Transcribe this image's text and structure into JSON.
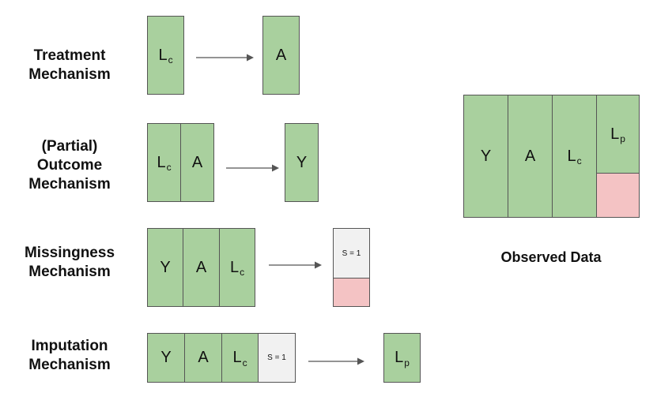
{
  "labels": {
    "treatment_line1": "Treatment",
    "treatment_line2": "Mechanism",
    "outcome_line1": "(Partial)",
    "outcome_line2": "Outcome",
    "outcome_line3": "Mechanism",
    "missingness_line1": "Missingness",
    "missingness_line2": "Mechanism",
    "imputation_line1": "Imputation",
    "imputation_line2": "Mechanism",
    "observed": "Observed Data"
  },
  "variables": {
    "Y": "Y",
    "A": "A",
    "L": "L",
    "c_sub": "c",
    "p_sub": "p",
    "S": "S = 1"
  },
  "colors": {
    "green": "#a9d09e",
    "pink": "#f4c3c4",
    "gray": "#f1f1f1",
    "border": "#555555"
  }
}
